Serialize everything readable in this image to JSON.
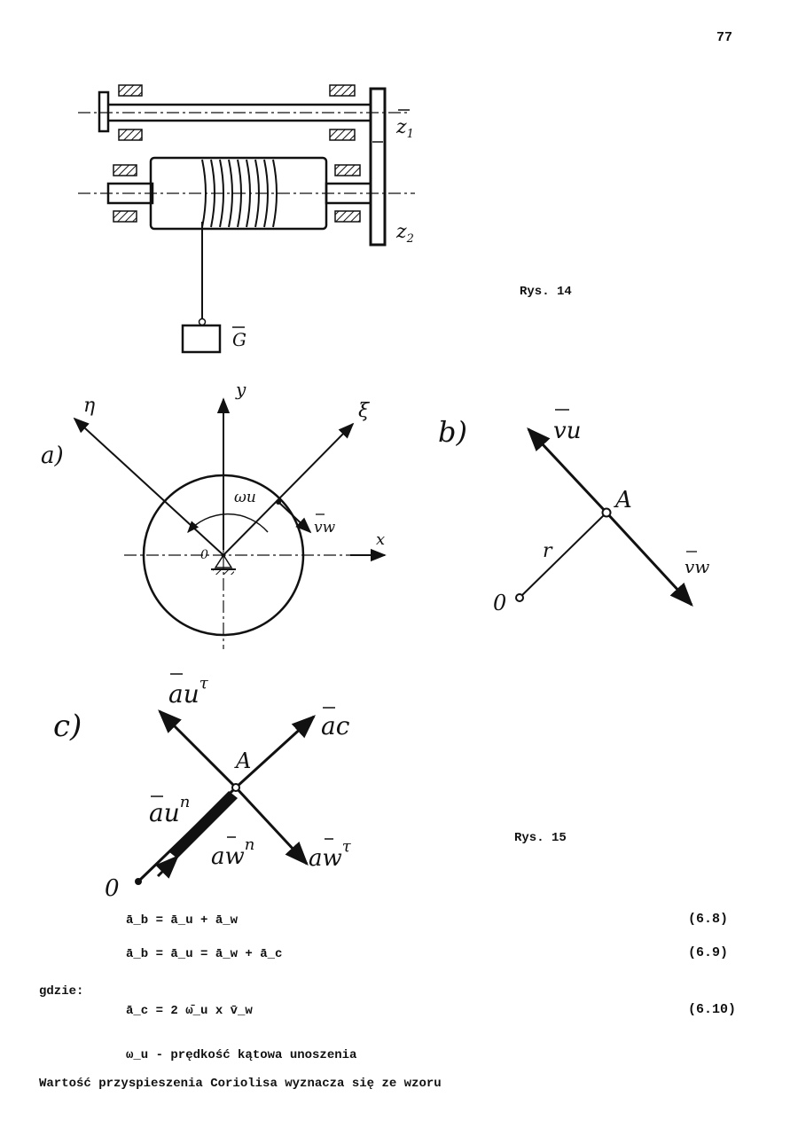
{
  "page_number": "77",
  "figure14": {
    "caption": "Rys. 14",
    "label_z1": "z",
    "label_z1_sub": "1",
    "label_z2": "z",
    "label_z2_sub": "2",
    "label_G": "G"
  },
  "figure15": {
    "caption": "Rys. 15",
    "panel_a": {
      "tag": "a)",
      "axis_y": "y",
      "axis_x": "x",
      "axis_eta": "η",
      "axis_xi": "ξ",
      "omega": "ωu",
      "vw": "vw",
      "origin": "0"
    },
    "panel_b": {
      "tag": "b)",
      "vu": "vu",
      "vw": "vw",
      "point": "A",
      "radius": "r",
      "origin": "0"
    },
    "panel_c": {
      "tag": "c)",
      "au_tau": "au",
      "au_tau_sup": "τ",
      "ac": "ac",
      "point": "A",
      "au_n": "au",
      "au_n_sup": "n",
      "aw_n": "aw",
      "aw_n_sup": "n",
      "aw_tau": "aw",
      "aw_tau_sup": "τ",
      "origin": "0"
    }
  },
  "equations": [
    {
      "text": "ā_b = ā_u + ā_w",
      "number": "(6.8)"
    },
    {
      "text": "ā_b = ā_u = ā_w + ā_c",
      "number": "(6.9)"
    }
  ],
  "where_label": "gdzie:",
  "equation_c": {
    "text": "ā_c = 2 ω̄_u x v̄_w",
    "number": "(6.10)"
  },
  "omega_def": "ω_u - prędkość kątowa unoszenia",
  "closing_line": "Wartość przyspieszenia Coriolisa wyznacza się ze wzoru"
}
